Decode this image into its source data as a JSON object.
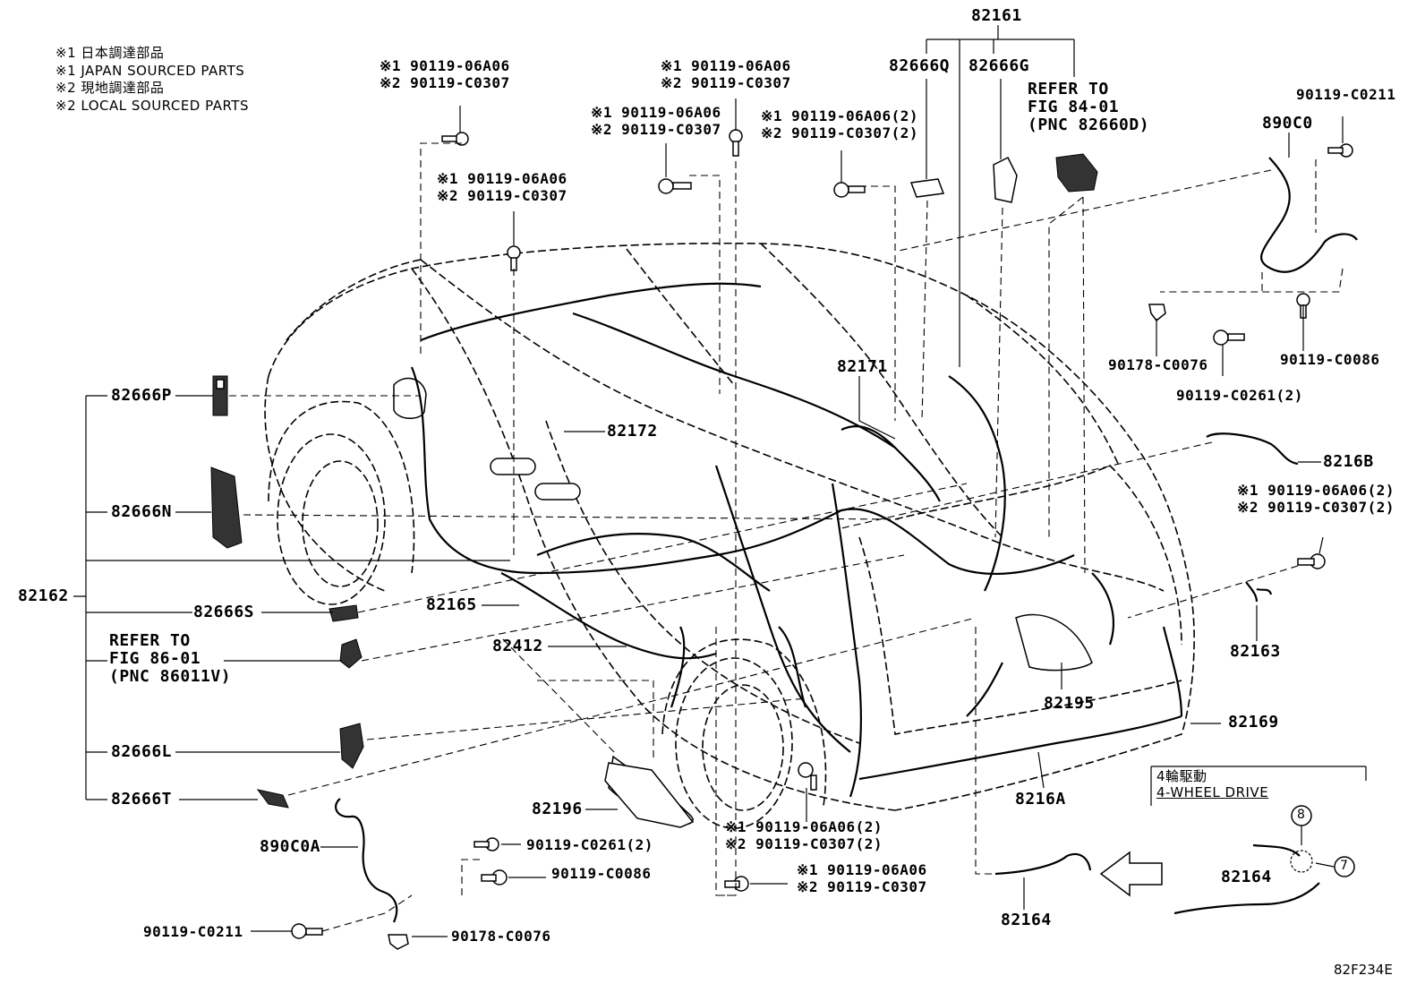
{
  "notes": [
    "※1 日本調達部品",
    "※1 JAPAN SOURCED PARTS",
    "※2 現地調達部品",
    "※2 LOCAL SOURCED PARTS"
  ],
  "diagram_code": "82F234E",
  "drive_box": {
    "line1": "4輪駆動",
    "line2": "4-WHEEL DRIVE"
  },
  "callouts": {
    "c7": "7",
    "c8": "8"
  },
  "labels": {
    "p82161": "82161",
    "p82666Q": "82666Q",
    "p82666G": "82666G",
    "p82171": "82171",
    "p82172": "82172",
    "p82162": "82162",
    "p82666P": "82666P",
    "p82666N": "82666N",
    "p82666S": "82666S",
    "p82666L": "82666L",
    "p82666T": "82666T",
    "p82165": "82165",
    "p82412": "82412",
    "p82196": "82196",
    "p890C0A": "890C0A",
    "p890C0": "890C0",
    "p8216B": "8216B",
    "p82163": "82163",
    "p82195": "82195",
    "p82169": "82169",
    "p8216A": "8216A",
    "p82164a": "82164",
    "p82164b": "82164",
    "f90119C0211a": "90119-C0211",
    "f90119C0211b": "90119-C0211",
    "f90178C0076a": "90178-C0076",
    "f90178C0076b": "90178-C0076",
    "f90119C0086a": "90119-C0086",
    "f90119C0086b": "90119-C0086",
    "f90119C0261a": "90119-C0261(2)",
    "f90119C0261b": "90119-C0261(2)"
  },
  "refer_left": [
    "REFER TO",
    "FIG 86-01",
    "(PNC 86011V)"
  ],
  "refer_top": [
    "REFER TO",
    "FIG 84-01",
    "(PNC 82660D)"
  ],
  "pairs": {
    "a": [
      "※1 90119-06A06",
      "※2 90119-C0307"
    ],
    "b": [
      "※1 90119-06A06",
      "※2 90119-C0307"
    ],
    "c": [
      "※1 90119-06A06",
      "※2 90119-C0307"
    ],
    "d": [
      "※1 90119-06A06",
      "※2 90119-C0307"
    ],
    "e": [
      "※1 90119-06A06(2)",
      "※2 90119-C0307(2)"
    ],
    "f": [
      "※1 90119-06A06(2)",
      "※2 90119-C0307(2)"
    ],
    "g": [
      "※1 90119-06A06(2)",
      "※2 90119-C0307(2)"
    ],
    "h": [
      "※1 90119-06A06",
      "※2 90119-C0307"
    ]
  }
}
